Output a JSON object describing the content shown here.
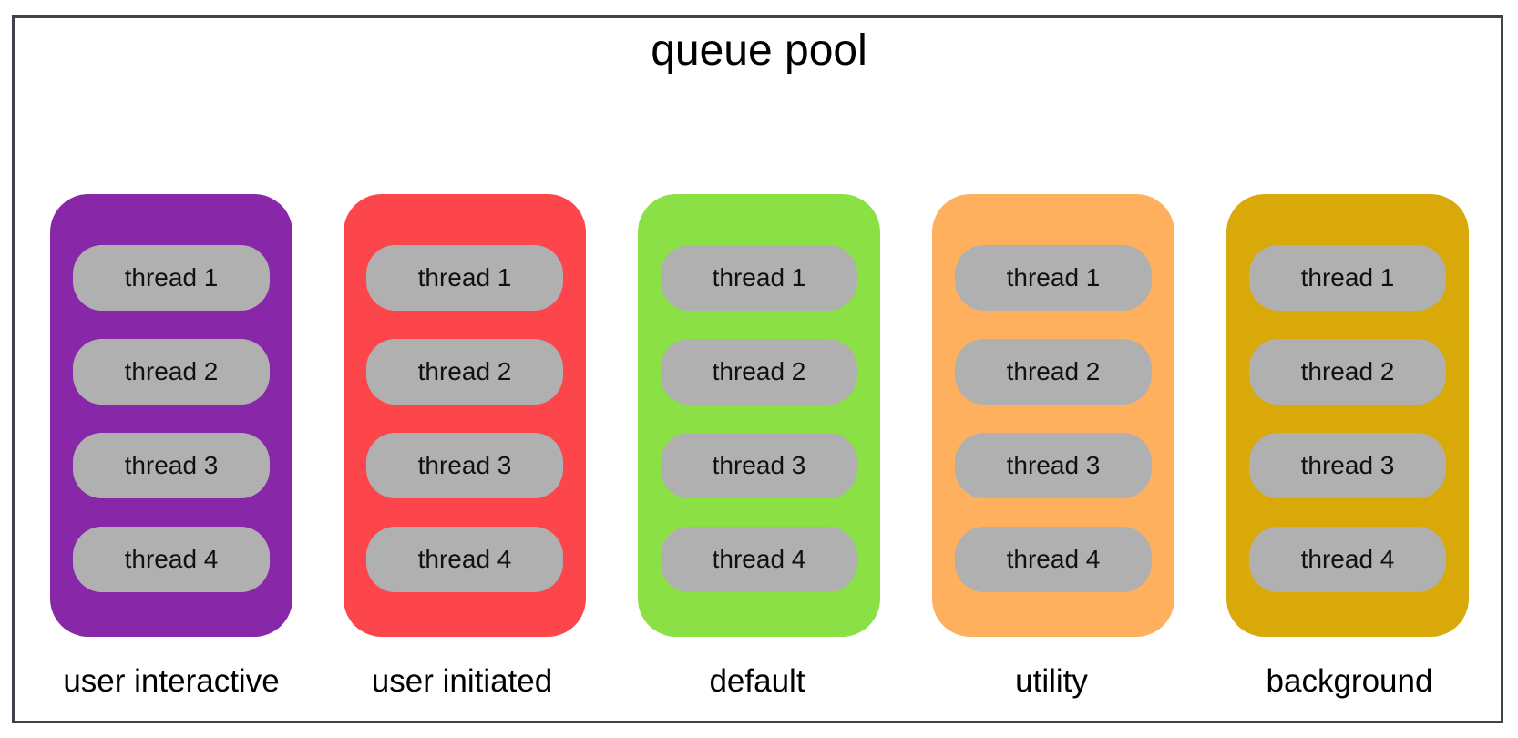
{
  "title": "queue pool",
  "queues": [
    {
      "label": "user interactive",
      "color": "#8827a8",
      "threads": [
        "thread 1",
        "thread 2",
        "thread 3",
        "thread 4"
      ]
    },
    {
      "label": "user initiated",
      "color": "#fd454c",
      "threads": [
        "thread 1",
        "thread 2",
        "thread 3",
        "thread 4"
      ]
    },
    {
      "label": "default",
      "color": "#8ae045",
      "threads": [
        "thread 1",
        "thread 2",
        "thread 3",
        "thread 4"
      ]
    },
    {
      "label": "utility",
      "color": "#feb05e",
      "threads": [
        "thread 1",
        "thread 2",
        "thread 3",
        "thread 4"
      ]
    },
    {
      "label": "background",
      "color": "#d8a909",
      "threads": [
        "thread 1",
        "thread 2",
        "thread 3",
        "thread 4"
      ]
    }
  ]
}
